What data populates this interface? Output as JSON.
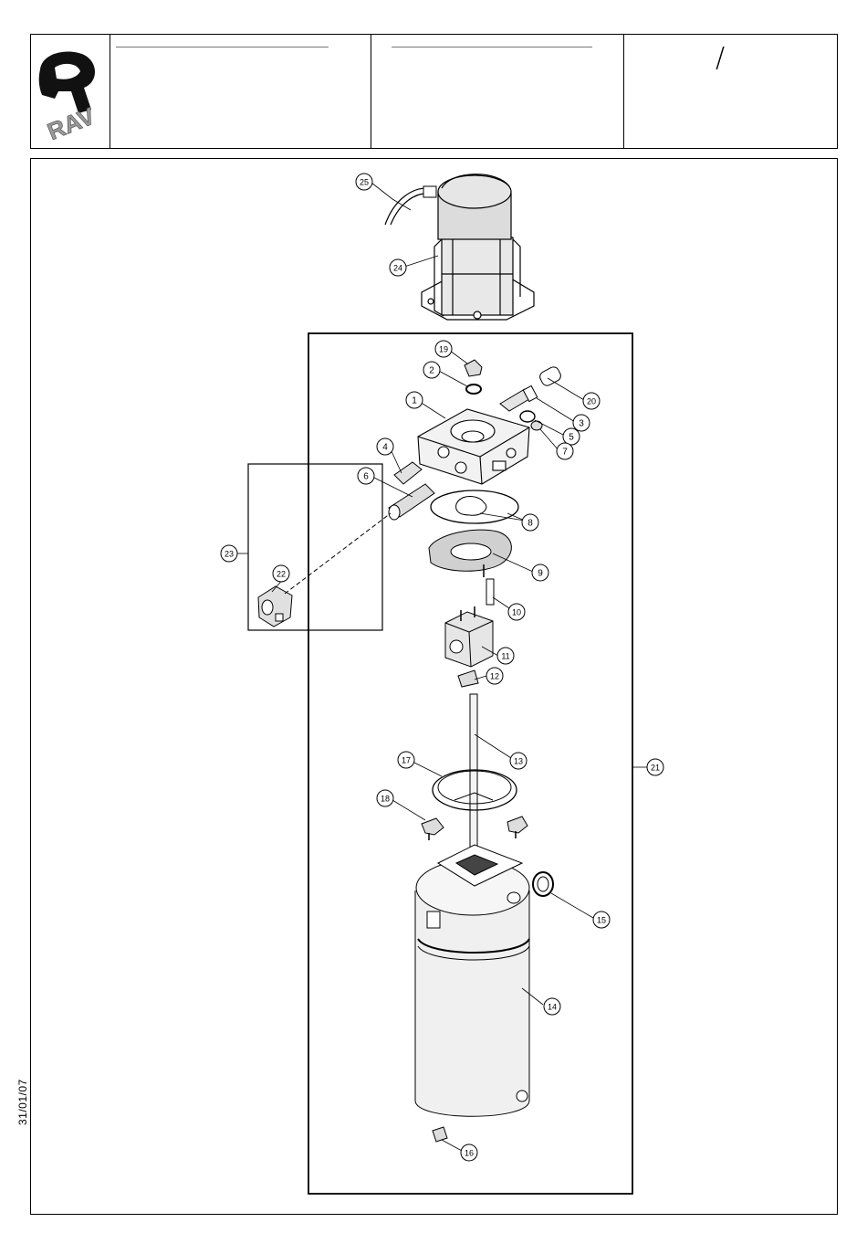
{
  "header": {
    "slash": "/"
  },
  "date": "31/01/07",
  "logo_text": "RAV",
  "callouts": [
    "1",
    "2",
    "3",
    "4",
    "5",
    "6",
    "7",
    "8",
    "9",
    "10",
    "11",
    "12",
    "13",
    "14",
    "15",
    "16",
    "17",
    "18",
    "19",
    "20",
    "21",
    "22",
    "23",
    "24",
    "25"
  ]
}
